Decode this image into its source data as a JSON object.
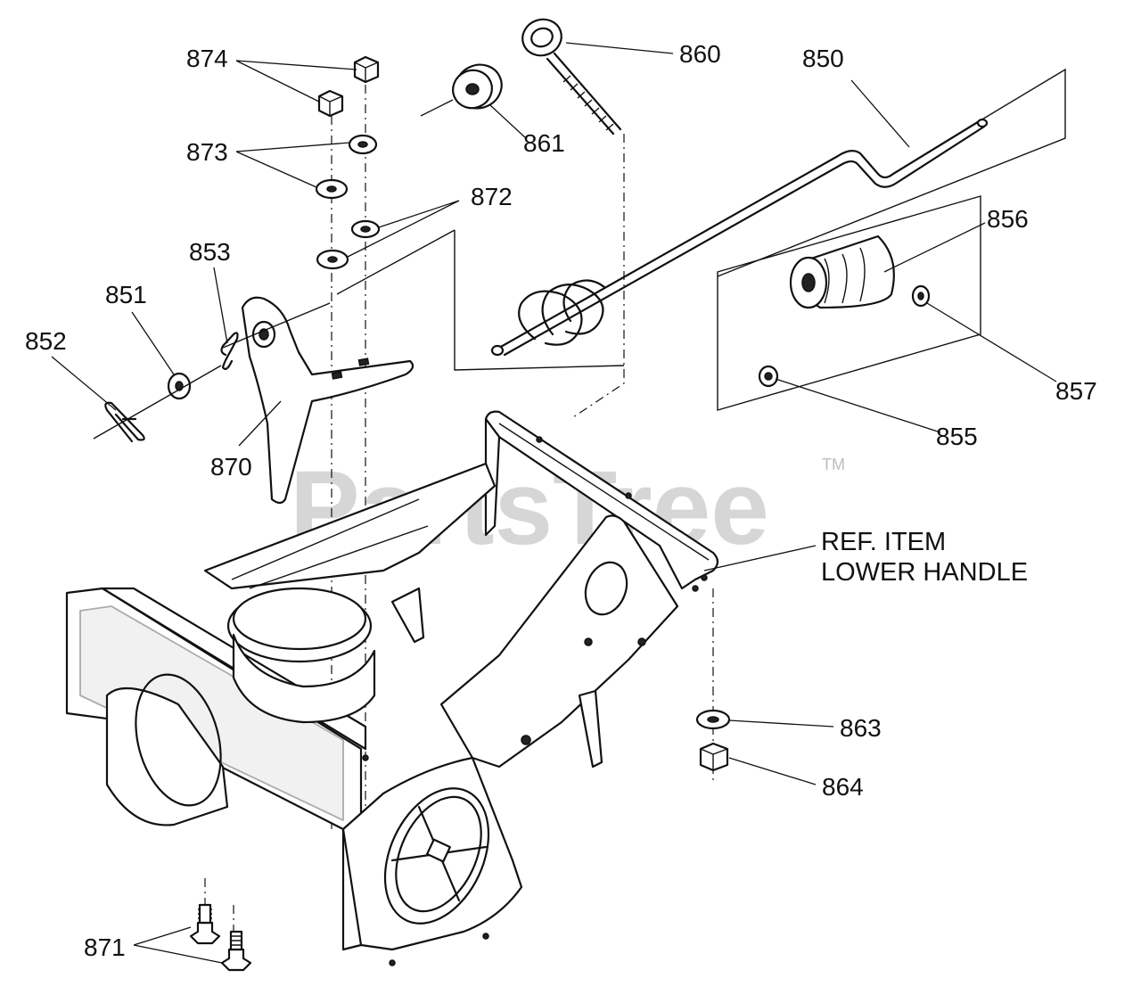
{
  "watermark": {
    "text": "PartsTree",
    "trademark": "TM"
  },
  "parts": {
    "p874": "874",
    "p860": "860",
    "p850": "850",
    "p861": "861",
    "p873": "873",
    "p872": "872",
    "p856": "856",
    "p853": "853",
    "p851": "851",
    "p852": "852",
    "p857": "857",
    "p855": "855",
    "p870": "870",
    "p863": "863",
    "p864": "864",
    "p871": "871"
  },
  "reference": {
    "line1": "REF. ITEM",
    "line2": "LOWER HANDLE"
  },
  "colors": {
    "line": "#111111",
    "watermark": "#c9c9c9",
    "background": "#ffffff"
  }
}
